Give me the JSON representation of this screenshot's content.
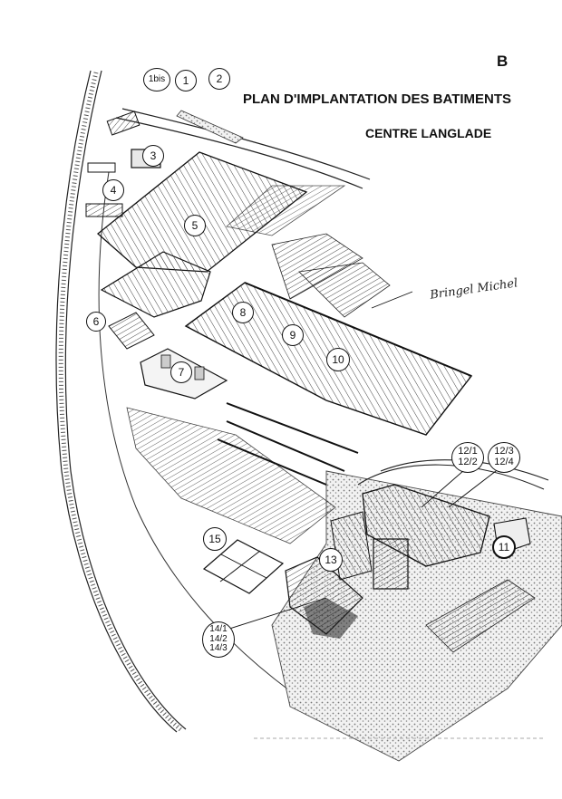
{
  "header": {
    "sheet_letter": "B",
    "title": "PLAN D'IMPLANTATION DES BATIMENTS",
    "subtitle": "CENTRE LANGLADE",
    "signature": "Bringel Michel"
  },
  "buildings": [
    {
      "id": "1bis",
      "label": "1bis"
    },
    {
      "id": "1",
      "label": "1"
    },
    {
      "id": "2",
      "label": "2"
    },
    {
      "id": "3",
      "label": "3"
    },
    {
      "id": "4",
      "label": "4"
    },
    {
      "id": "5",
      "label": "5"
    },
    {
      "id": "6",
      "label": "6"
    },
    {
      "id": "7",
      "label": "7"
    },
    {
      "id": "8",
      "label": "8"
    },
    {
      "id": "9",
      "label": "9"
    },
    {
      "id": "10",
      "label": "10"
    },
    {
      "id": "11",
      "label": "11"
    },
    {
      "id": "12",
      "lines": [
        "12/1",
        "12/2"
      ]
    },
    {
      "id": "12b",
      "lines": [
        "12/3",
        "12/4"
      ]
    },
    {
      "id": "13",
      "label": "13"
    },
    {
      "id": "14",
      "lines": [
        "14/1",
        "14/2",
        "14/3"
      ]
    },
    {
      "id": "15",
      "label": "15"
    }
  ],
  "colors": {
    "ink": "#111111",
    "paper": "#ffffff",
    "hatch": "#555555",
    "stipple": "#8a8a8a"
  }
}
